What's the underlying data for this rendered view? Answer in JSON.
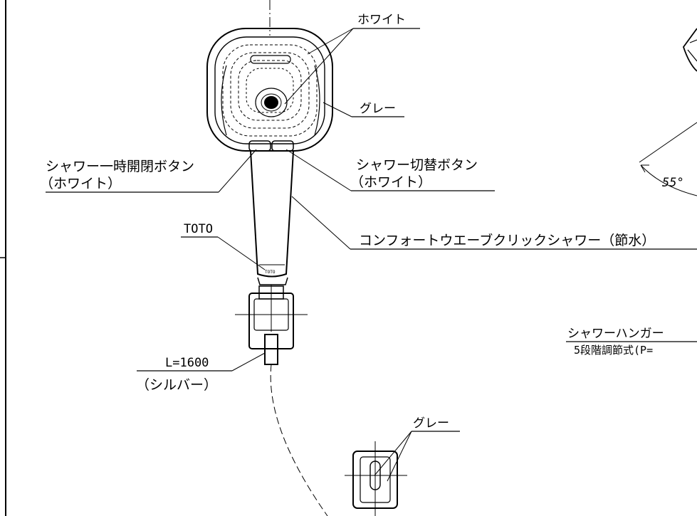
{
  "labels": {
    "white_top": "ホワイト",
    "gray_head": "グレー",
    "button_left_line1": "シャワー一時開閉ボタン",
    "button_left_line2": "（ホワイト）",
    "button_right_line1": "シャワー切替ボタン",
    "button_right_line2": "（ホワイト）",
    "toto": "TOTO",
    "product_name": "コンフォートウエーブクリックシャワー（節水）",
    "hose_length": "L=1600",
    "hose_color": "（シルバー）",
    "hanger_gray": "グレー",
    "hanger_name": "シャワーハンガー",
    "hanger_spec": "5段階調節式(P=",
    "angle": "55°",
    "logo_small": "TOTO"
  }
}
